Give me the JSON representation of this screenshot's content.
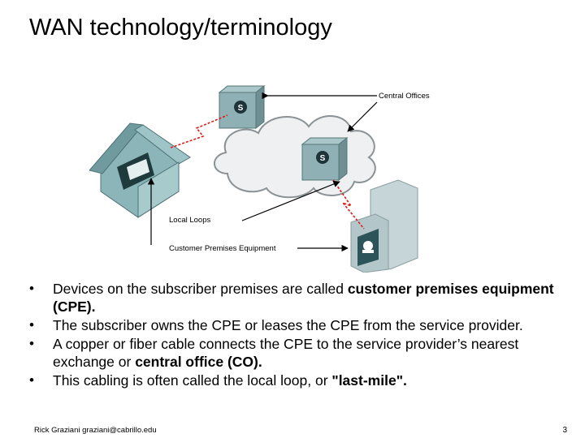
{
  "title": "WAN technology/terminology",
  "diagram": {
    "label_central_offices": "Central Offices",
    "label_local_loops": "Local Loops",
    "label_cpe": "Customer Premises Equipment",
    "switch_glyph": "S"
  },
  "bullets": [
    {
      "parts": [
        "Devices on the subscriber premises are called ",
        "customer premises equipment (CPE).",
        ""
      ]
    },
    {
      "parts": [
        "The subscriber owns the CPE or leases the CPE from the service provider.",
        "",
        ""
      ]
    },
    {
      "parts": [
        "A copper or fiber cable connects the CPE to the service provider’s nearest exchange or ",
        "central office (CO).",
        ""
      ]
    },
    {
      "parts": [
        "This cabling is often called the local loop, or ",
        "\"last-mile\".",
        ""
      ]
    }
  ],
  "bullet_glyph": "•",
  "footer": "Rick Graziani  graziani@cabrillo.edu",
  "page_number": "3"
}
